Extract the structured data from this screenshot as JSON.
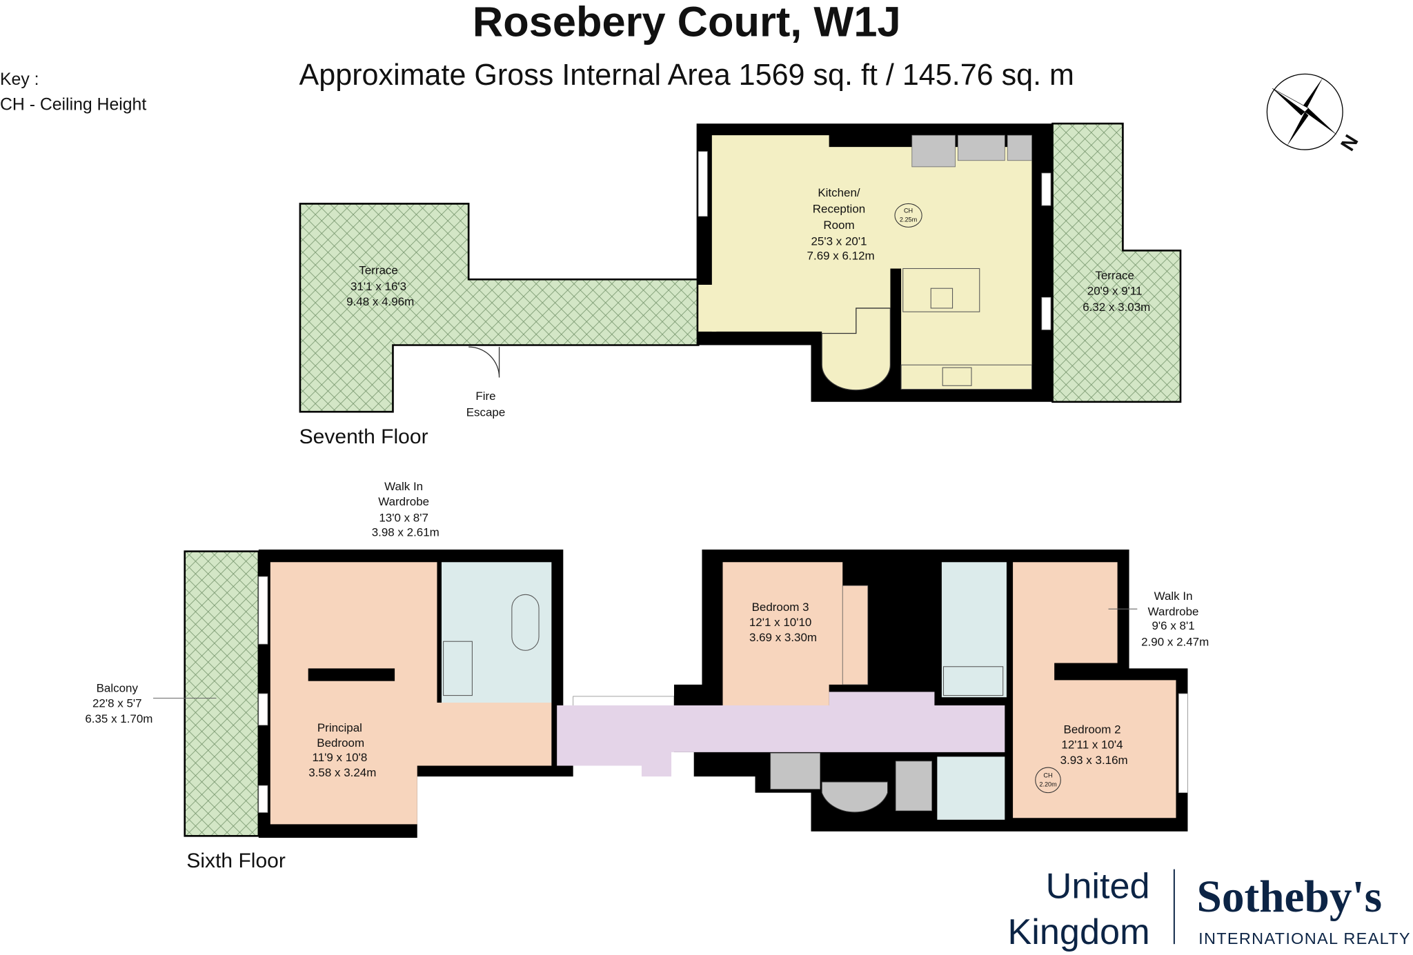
{
  "header": {
    "title": "Rosebery Court, W1J",
    "subtitle": "Approximate Gross Internal Area 1569 sq. ft / 145.76 sq. m"
  },
  "key": {
    "label": "Key :",
    "ch": "CH - Ceiling Height"
  },
  "compass": {
    "north_label": "N"
  },
  "seventh_floor": {
    "name": "Seventh Floor",
    "kitchen": {
      "lines": [
        "Kitchen/",
        "Reception",
        "Room",
        "25'3 x 20'1",
        "7.69 x 6.12m"
      ],
      "ch": [
        "CH",
        "2.25m"
      ]
    },
    "terrace_left": {
      "lines": [
        "Terrace",
        "31'1 x 16'3",
        "9.48 x 4.96m"
      ]
    },
    "terrace_right": {
      "lines": [
        "Terrace",
        "20'9 x 9'11",
        "6.32 x 3.03m"
      ]
    },
    "fire_escape": {
      "lines": [
        "Fire",
        "Escape"
      ]
    }
  },
  "sixth_floor": {
    "name": "Sixth Floor",
    "walk_in_1": {
      "lines": [
        "Walk In",
        "Wardrobe",
        "13'0 x 8'7",
        "3.98 x 2.61m"
      ]
    },
    "balcony": {
      "lines": [
        "Balcony",
        "22'8 x 5'7",
        "6.35 x 1.70m"
      ]
    },
    "principal": {
      "lines": [
        "Principal",
        "Bedroom",
        "11'9 x 10'8",
        "3.58 x 3.24m"
      ]
    },
    "bedroom3": {
      "lines": [
        "Bedroom 3",
        "12'1 x 10'10",
        "3.69 x 3.30m"
      ]
    },
    "walk_in_2": {
      "lines": [
        "Walk In",
        "Wardrobe",
        "9'6 x 8'1",
        "2.90 x 2.47m"
      ]
    },
    "bedroom2": {
      "lines": [
        "Bedroom 2",
        "12'11 x 10'4",
        "3.93 x 3.16m"
      ],
      "ch": [
        "CH",
        "2.20m"
      ]
    }
  },
  "logo": {
    "region_line1": "United",
    "region_line2": "Kingdom",
    "brand": "Sotheby's",
    "tagline": "INTERNATIONAL REALTY",
    "color": "#0c2445"
  }
}
